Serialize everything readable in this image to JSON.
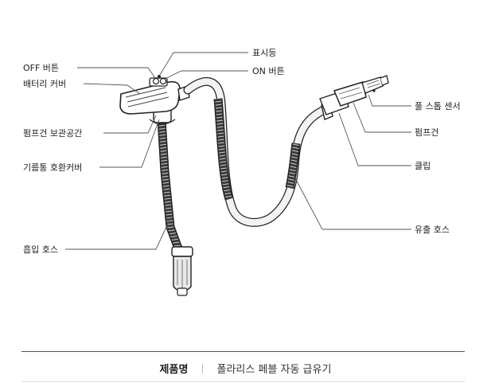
{
  "labels": {
    "off_button": "OFF 버튼",
    "battery_cover": "배터리 커버",
    "pump_storage": "펌프건 보관공간",
    "container_cover": "기름통 호환커버",
    "suction_hose": "흡입 호스",
    "indicator": "표시등",
    "on_button": "ON 버튼",
    "full_stop_sensor": "풀 스톱 센서",
    "pump_gun": "펌프건",
    "clip": "클립",
    "outflow_hose": "유출 호스"
  },
  "footer": {
    "key": "제품명",
    "separator": "|",
    "value": "폴라리스 페블 자동 급유기"
  },
  "colors": {
    "line": "#555555",
    "hose_dark": "#2a2a2a",
    "hose_light": "#f2f2f2"
  }
}
